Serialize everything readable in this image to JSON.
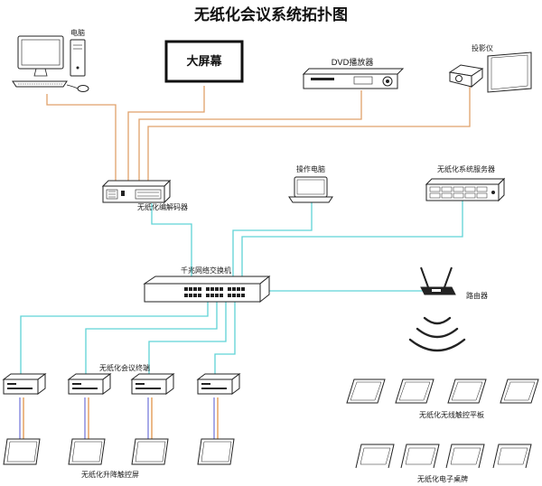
{
  "title": "无纸化会议系统拓扑图",
  "devices": {
    "computer": "电脑",
    "big_screen": "大屏幕",
    "dvd": "DVD播放器",
    "projector": "投影仪",
    "encoder": "无纸化编解码器",
    "operator_pc": "操作电脑",
    "server": "无纸化系统服务器",
    "switch": "千兆网络交换机",
    "router": "路由器",
    "terminal": "无纸化会议终端",
    "lift_screen": "无纸化升降触控屏",
    "wireless_tablet": "无纸化无线触控平板",
    "nameplate": "无纸化电子桌牌"
  },
  "colors": {
    "network_cable": "#5fd3d6",
    "av_cable": "#e0a16a",
    "video_cable_blue": "#6f72d8",
    "video_cable_orange": "#e08a3a"
  }
}
